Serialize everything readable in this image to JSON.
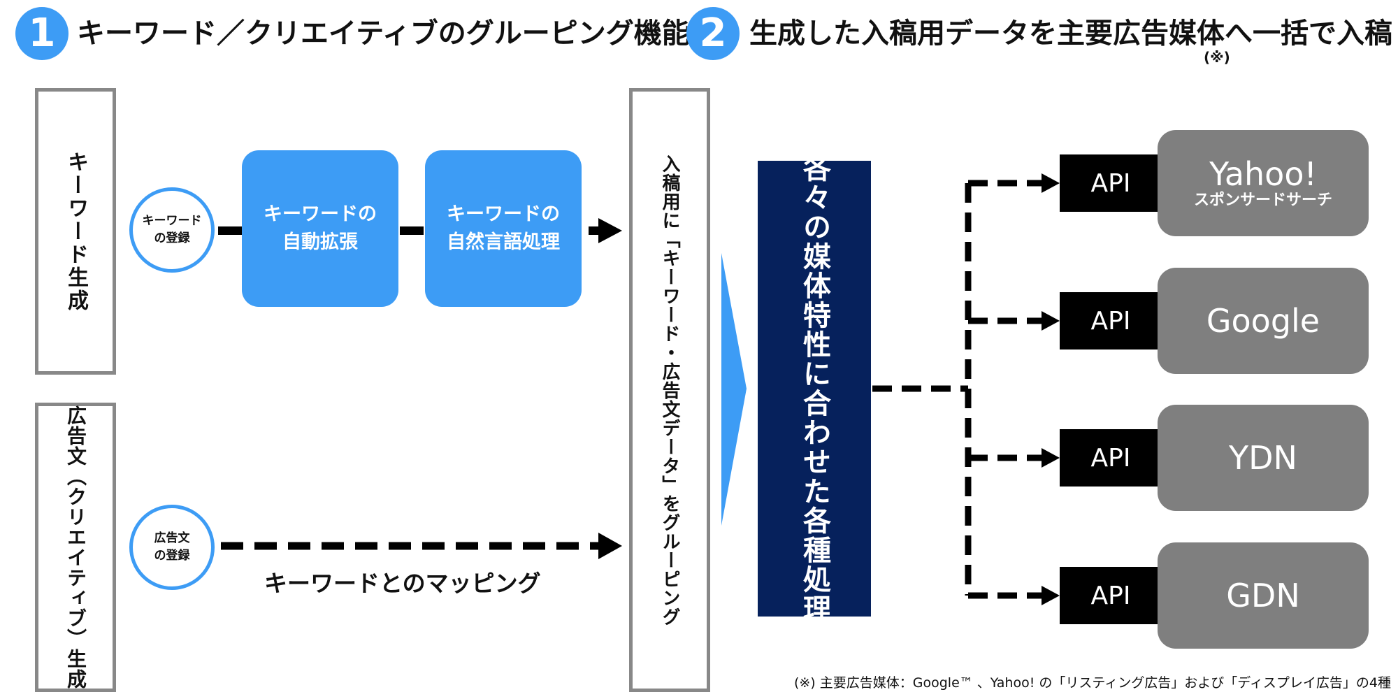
{
  "sections": [
    {
      "number": "1",
      "title": "キーワード／クリエイティブのグルーピング機能"
    },
    {
      "number": "2",
      "title": "生成した入稿用データを主要広告媒体へ一括で入稿",
      "note_mark": "(※)"
    }
  ],
  "left_boxes": {
    "keyword_generation": "キーワード生成",
    "ad_generation": "広告文（クリエイティブ）生成"
  },
  "keyword_flow": {
    "register": [
      "キーワード",
      "の登録"
    ],
    "auto_expand": [
      "キーワードの",
      "自動拡張"
    ],
    "nlp": [
      "キーワードの",
      "自然言語処理"
    ]
  },
  "ad_flow": {
    "register": [
      "広告文",
      "の登録"
    ],
    "mapping_label": "キーワードとのマッピング"
  },
  "grouping_box": "入稿用に「キーワード・広告文データ」をグルーピング",
  "processing_box": "各々の媒体特性に合わせた各種処理",
  "api_label": "API",
  "media": [
    {
      "name": "Yahoo!",
      "sub": "スポンサードサーチ"
    },
    {
      "name": "Google",
      "sub": ""
    },
    {
      "name": "YDN",
      "sub": ""
    },
    {
      "name": "GDN",
      "sub": ""
    }
  ],
  "footnote": "(※) 主要広告媒体：Google™ 、Yahoo! の「リスティング広告」および「ディスプレイ広告」の4種",
  "colors": {
    "accent_blue": "#3d9cf5",
    "navy": "#06215c",
    "media_gray": "#7f7f7f",
    "frame_gray": "#888888",
    "api_black": "#000000"
  }
}
